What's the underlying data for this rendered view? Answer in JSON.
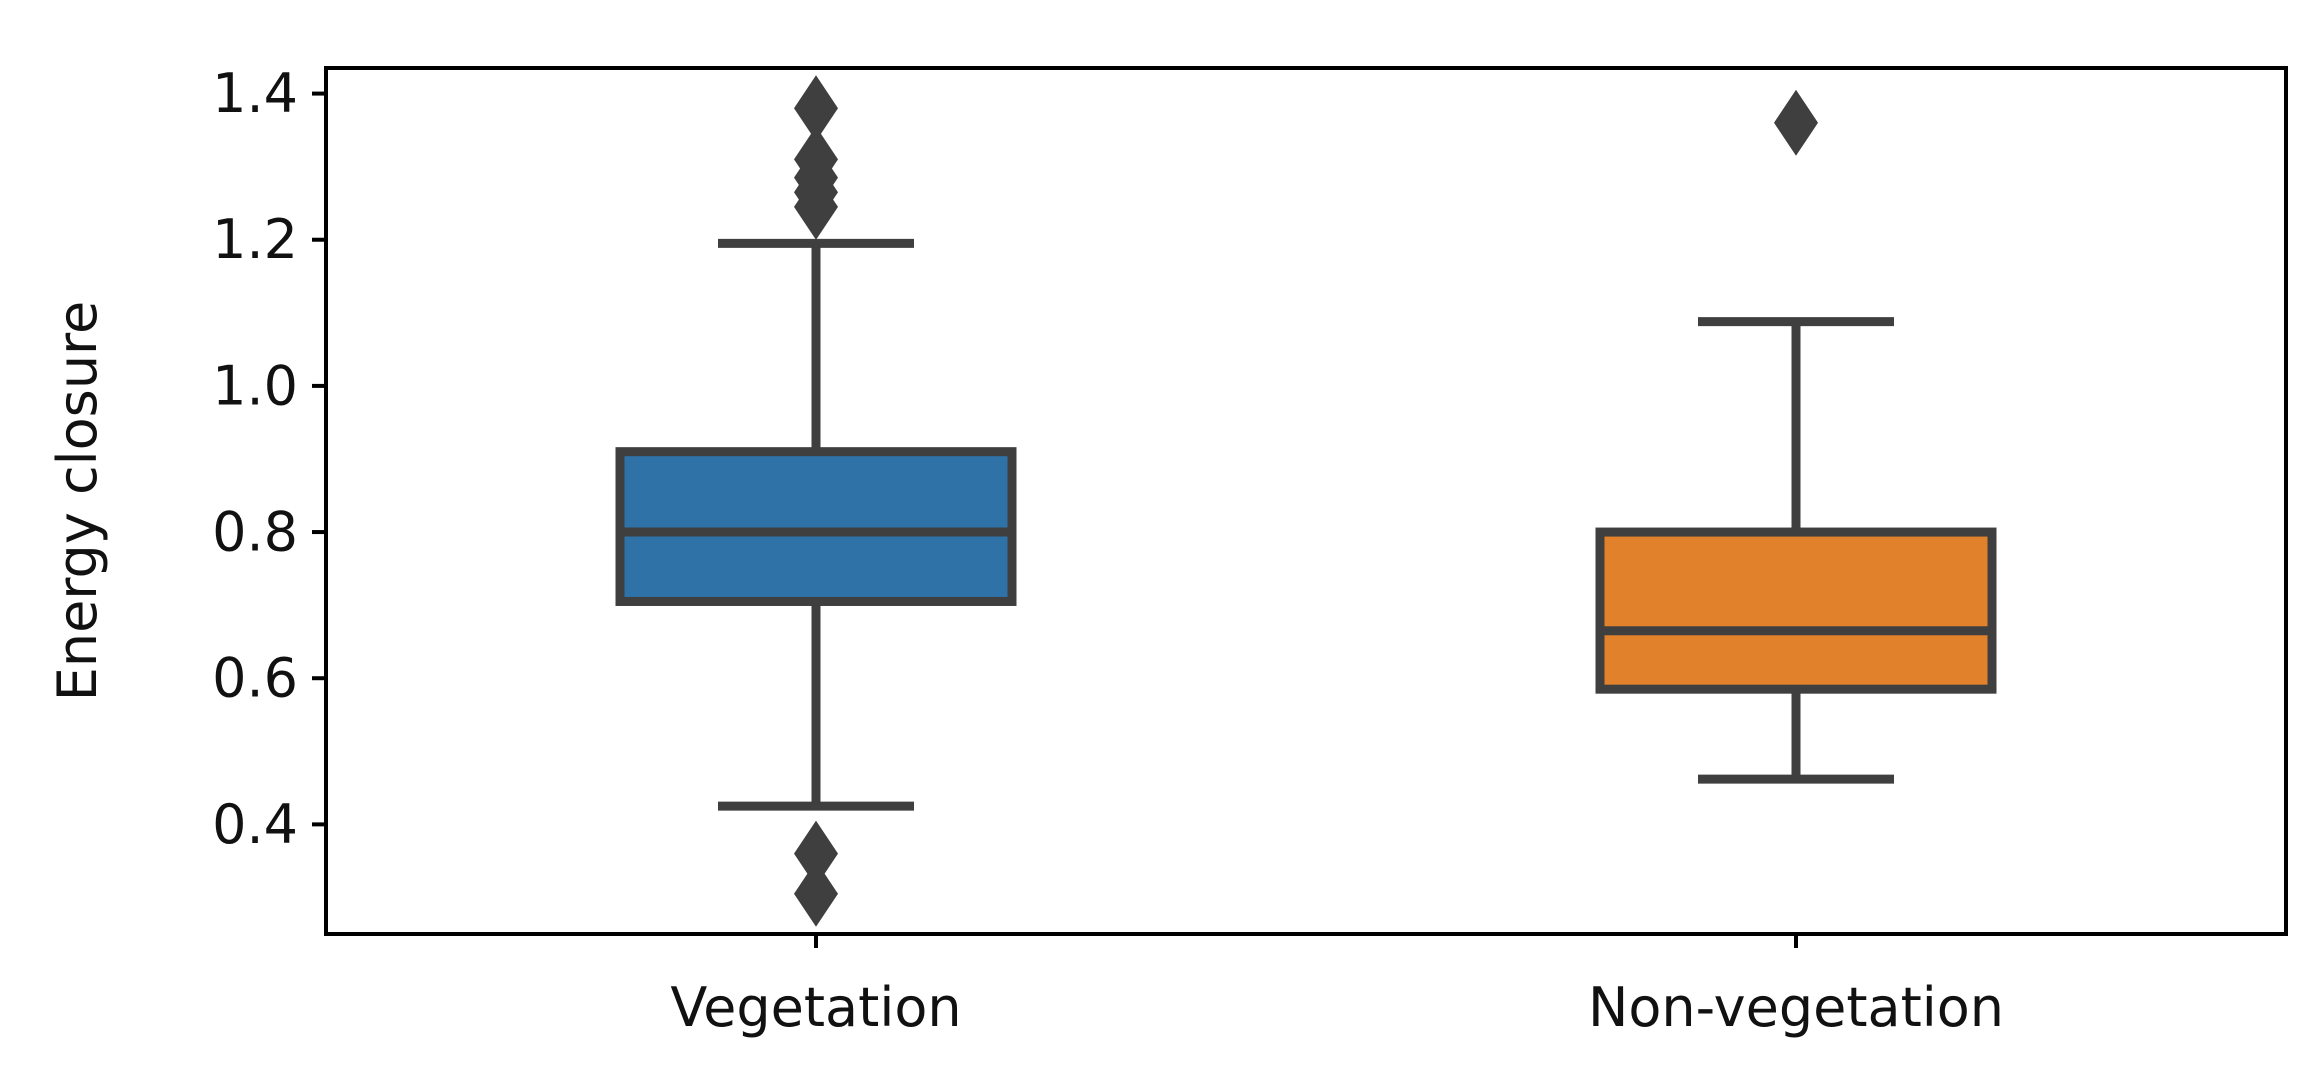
{
  "chart_data": {
    "type": "box",
    "ylabel": "Energy closure",
    "xlabel": "",
    "ylim": [
      0.25,
      1.435
    ],
    "yticks": [
      0.4,
      0.6,
      0.8,
      1.0,
      1.2,
      1.4
    ],
    "ytick_labels": [
      "0.4",
      "0.6",
      "0.8",
      "1.0",
      "1.2",
      "1.4"
    ],
    "grid": false,
    "legend": "none",
    "categories": [
      "Vegetation",
      "Non-vegetation"
    ],
    "boxes": [
      {
        "category": "Vegetation",
        "color": "#2e72a8",
        "whisker_low": 0.425,
        "q1": 0.705,
        "median": 0.8,
        "q3": 0.91,
        "whisker_high": 1.195,
        "outliers": [
          0.305,
          0.36,
          1.245,
          1.265,
          1.285,
          1.31,
          1.38
        ]
      },
      {
        "category": "Non-vegetation",
        "color": "#e1812c",
        "whisker_low": 0.462,
        "q1": 0.585,
        "median": 0.665,
        "q3": 0.8,
        "whisker_high": 1.088,
        "outliers": [
          1.36
        ]
      }
    ],
    "style": {
      "line_color": "#3f3f3f",
      "axis_color": "#000000"
    }
  }
}
